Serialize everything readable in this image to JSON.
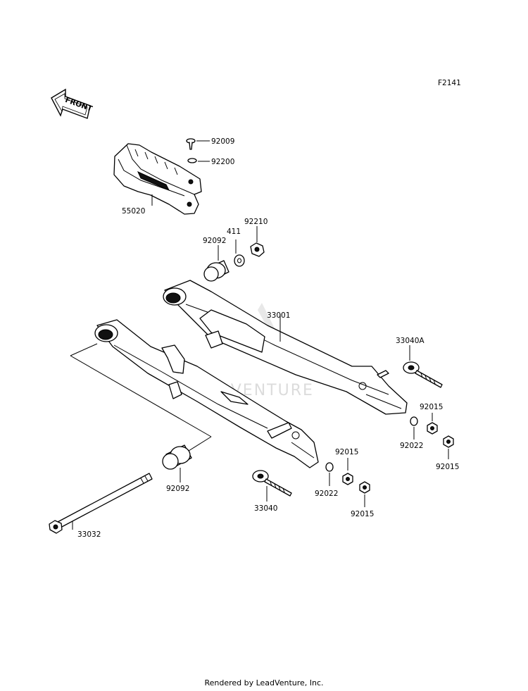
{
  "figure_code": "F2141",
  "front_label": "FRONT",
  "watermark": "LEADVENTURE",
  "footer": "Rendered by LeadVenture, Inc.",
  "parts": {
    "p92009": "92009",
    "p92200": "92200",
    "p55020": "55020",
    "p92210": "92210",
    "p411": "411",
    "p92092_top": "92092",
    "p33001": "33001",
    "p33040A": "33040A",
    "p92015_a": "92015",
    "p92022_a": "92022",
    "p92015_b": "92015",
    "p92015_c": "92015",
    "p92022_b": "92022",
    "p92015_d": "92015",
    "p92092_bottom": "92092",
    "p33040": "33040",
    "p33032": "33032"
  }
}
